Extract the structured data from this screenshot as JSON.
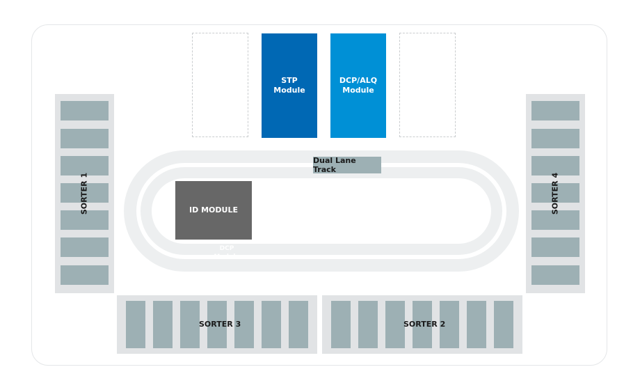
{
  "modules": {
    "stp": {
      "line1": "STP",
      "line2": "Module",
      "color": "#0068b4"
    },
    "dcp_alq": {
      "line1": "DCP/ALQ",
      "line2": "Module",
      "color": "#0090d6"
    },
    "id": {
      "label": "ID MODULE",
      "color": "#676767"
    },
    "dcp_ghost": {
      "line1": "DCP",
      "line2": "Module"
    }
  },
  "track": {
    "label": "Dual Lane Track"
  },
  "sorters": {
    "sorter1": {
      "label": "SORTER 1",
      "bins": 7
    },
    "sorter2": {
      "label": "SORTER 2",
      "bins": 7
    },
    "sorter3": {
      "label": "SORTER 3",
      "bins": 7
    },
    "sorter4": {
      "label": "SORTER 4",
      "bins": 7
    }
  },
  "colors": {
    "bin": "#9db0b4",
    "tray": "#e1e3e5",
    "track": "#edeff0"
  }
}
